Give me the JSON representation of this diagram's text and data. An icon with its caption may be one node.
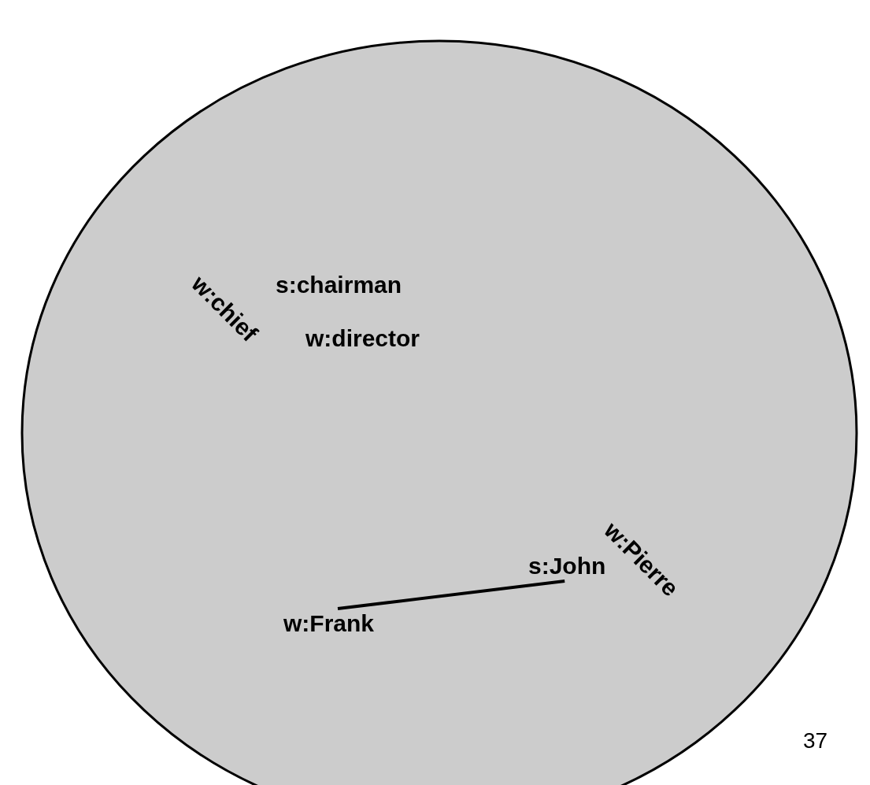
{
  "diagram": {
    "nodes": [
      {
        "text": [],
        "shape": "circle"
      },
      {
        "text": [
          "s:chairman"
        ],
        "in": 0
      },
      {
        "text": [
          "w:chief"
        ],
        "in": 0
      },
      {
        "text": [
          "w:director"
        ],
        "in": 0
      },
      {
        "text": [
          "w:Pierre"
        ],
        "in": 0
      },
      {
        "text": [
          "s:John"
        ],
        "in": 0
      },
      {
        "text": [
          "w:Frank"
        ],
        "in": 0
      }
    ],
    "edges": [
      {
        "from": 5,
        "to": 6,
        "arrow": "none"
      }
    ],
    "labels": [
      "37"
    ]
  }
}
